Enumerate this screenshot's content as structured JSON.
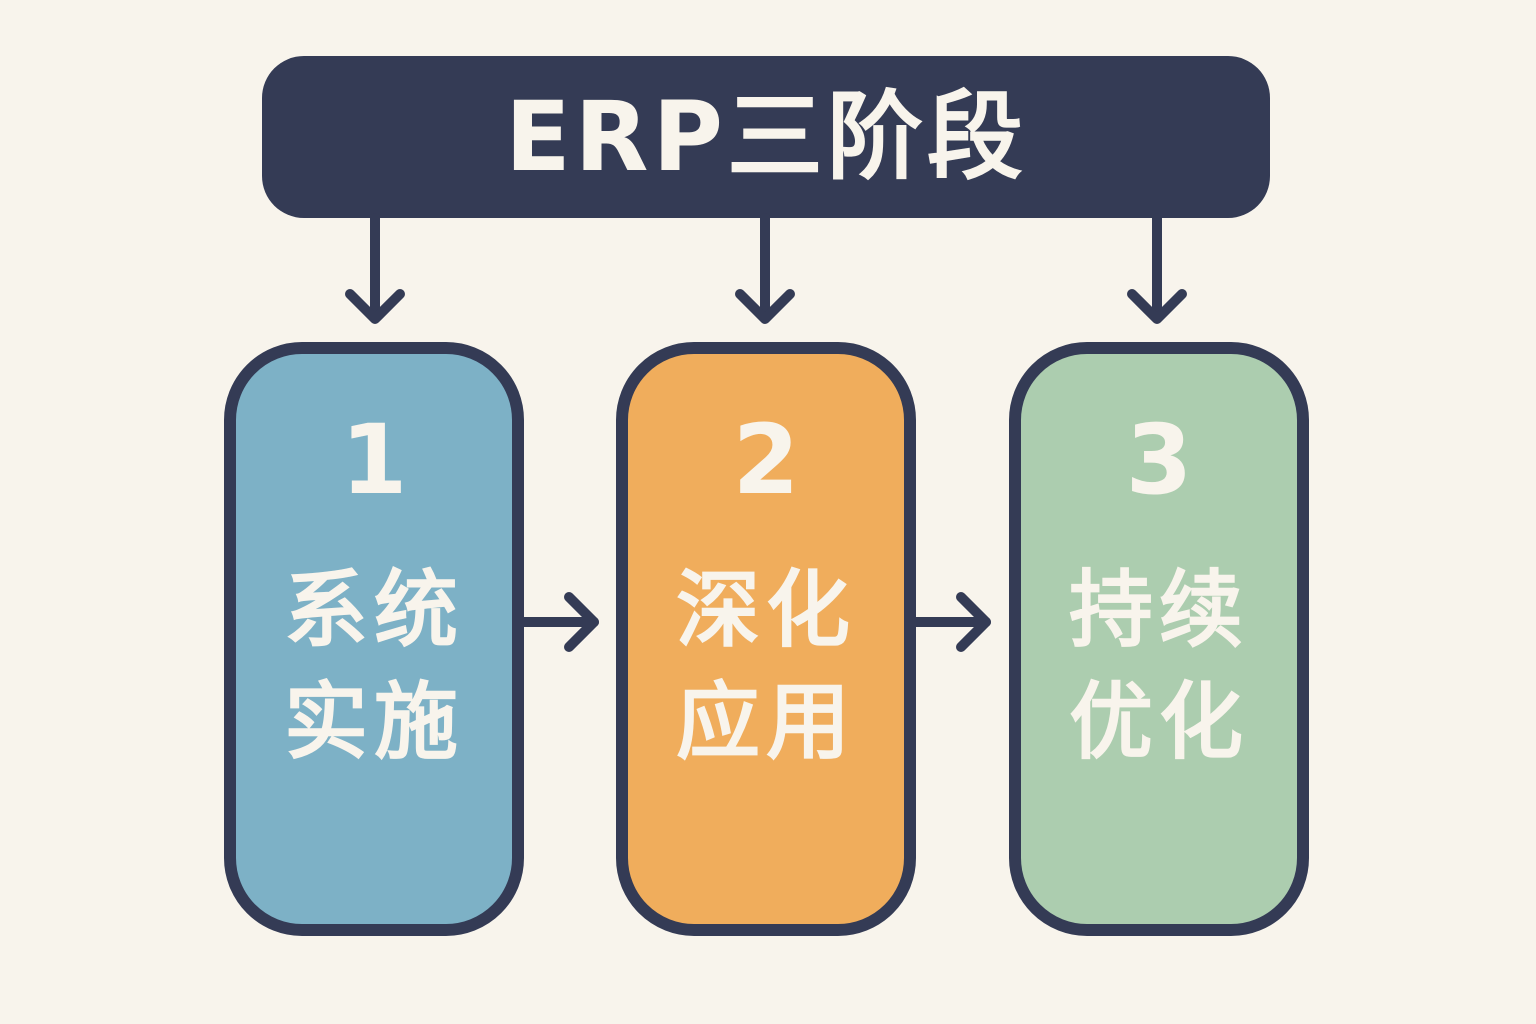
{
  "title": "ERP三阶段",
  "colors": {
    "background": "#f8f4ec",
    "outline": "#343b55",
    "text": "#f8f4ec"
  },
  "stages": [
    {
      "number": "1",
      "line1": "系统",
      "line2": "实施",
      "color": "#7db1c6"
    },
    {
      "number": "2",
      "line1": "深化",
      "line2": "应用",
      "color": "#f0ad5c"
    },
    {
      "number": "3",
      "line1": "持续",
      "line2": "优化",
      "color": "#accdaf"
    }
  ]
}
